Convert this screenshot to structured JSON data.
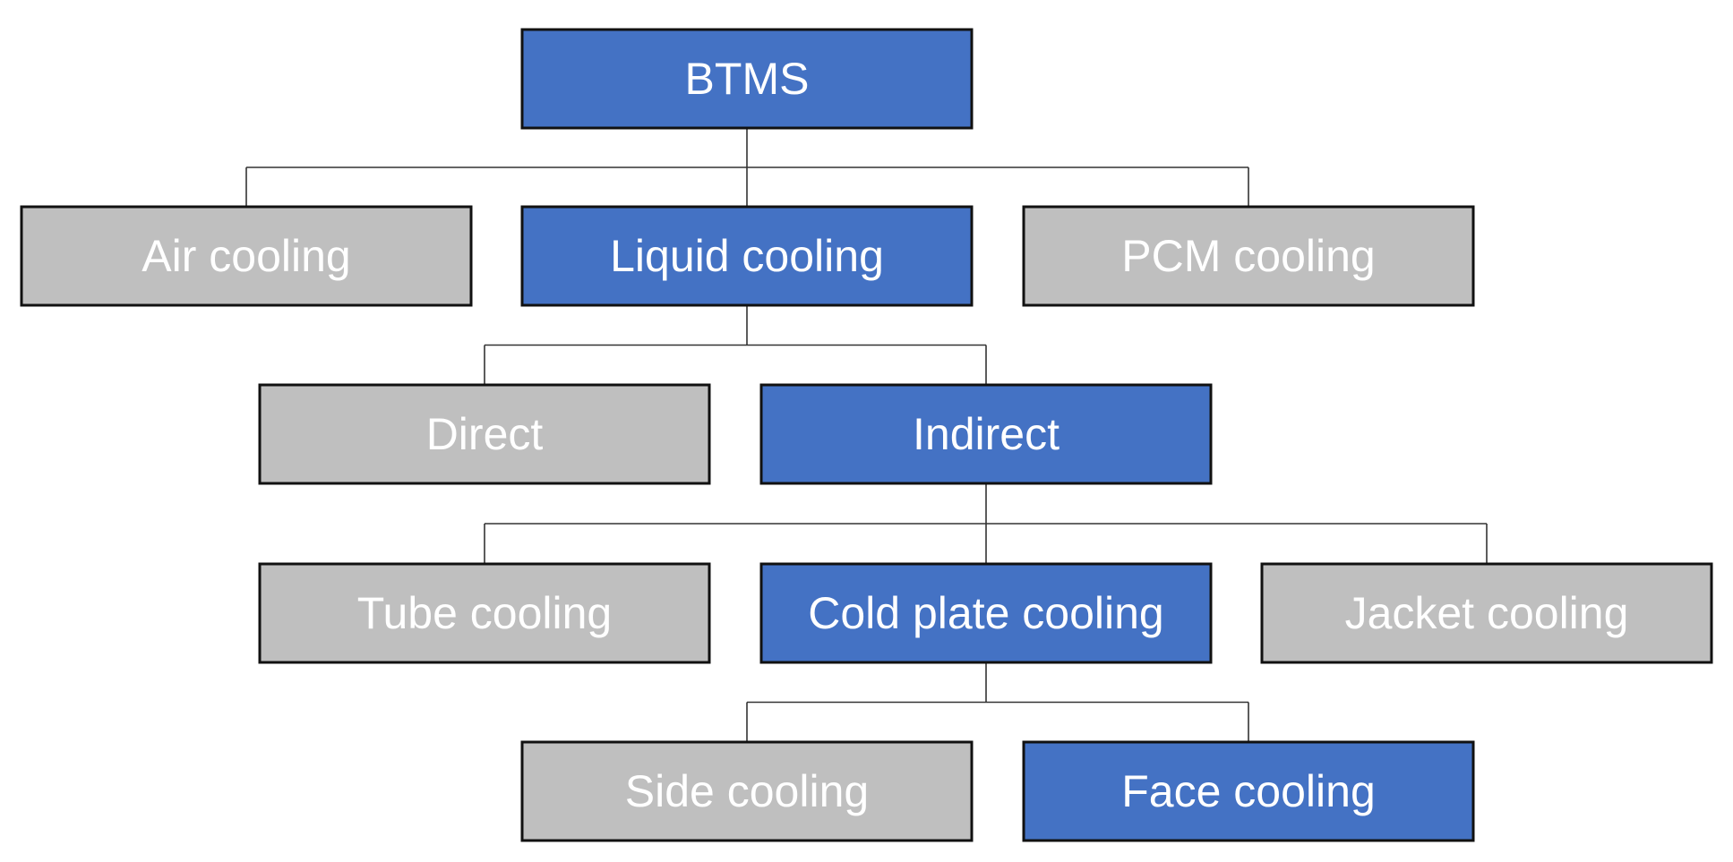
{
  "colors": {
    "highlight": "#4472C4",
    "default": "#BFBFBF",
    "text": "#FFFFFF",
    "border": "#111111",
    "connector": "#333333"
  },
  "nodes": [
    {
      "id": "btms",
      "label": "BTMS",
      "style": "highlight"
    },
    {
      "id": "air",
      "label": "Air cooling",
      "style": "default"
    },
    {
      "id": "liquid",
      "label": "Liquid cooling",
      "style": "highlight"
    },
    {
      "id": "pcm",
      "label": "PCM cooling",
      "style": "default"
    },
    {
      "id": "direct",
      "label": "Direct",
      "style": "default"
    },
    {
      "id": "indirect",
      "label": "Indirect",
      "style": "highlight"
    },
    {
      "id": "tube",
      "label": "Tube cooling",
      "style": "default"
    },
    {
      "id": "coldplate",
      "label": "Cold plate cooling",
      "style": "highlight"
    },
    {
      "id": "jacket",
      "label": "Jacket cooling",
      "style": "default"
    },
    {
      "id": "side",
      "label": "Side cooling",
      "style": "default"
    },
    {
      "id": "face",
      "label": "Face cooling",
      "style": "highlight"
    }
  ],
  "edges": [
    {
      "from": "btms",
      "to": [
        "air",
        "liquid",
        "pcm"
      ]
    },
    {
      "from": "liquid",
      "to": [
        "direct",
        "indirect"
      ]
    },
    {
      "from": "indirect",
      "to": [
        "tube",
        "coldplate",
        "jacket"
      ]
    },
    {
      "from": "coldplate",
      "to": [
        "side",
        "face"
      ]
    }
  ]
}
